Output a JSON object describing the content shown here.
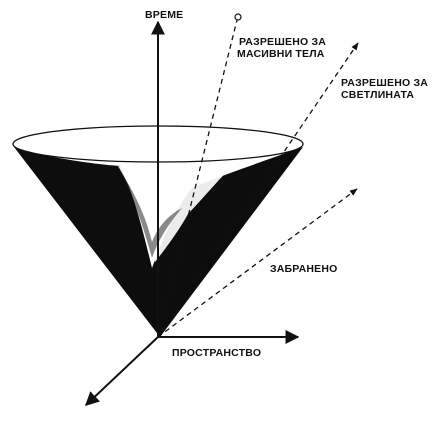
{
  "labels": {
    "time_axis": "ВРЕМЕ",
    "massive_bodies_line1": "РАЗРЕШЕНО ЗА",
    "massive_bodies_line2": "МАСИВНИ ТЕЛА",
    "light_line1": "РАЗРЕШЕНО ЗА",
    "light_line2": "СВЕТЛИНАТА",
    "forbidden": "ЗАБРАНЕНО",
    "space_axis": "ПРОСТРАНСТВО"
  },
  "colors": {
    "ink": "#111111",
    "cone_fill": "#0d0d0d",
    "background": "#ffffff"
  }
}
